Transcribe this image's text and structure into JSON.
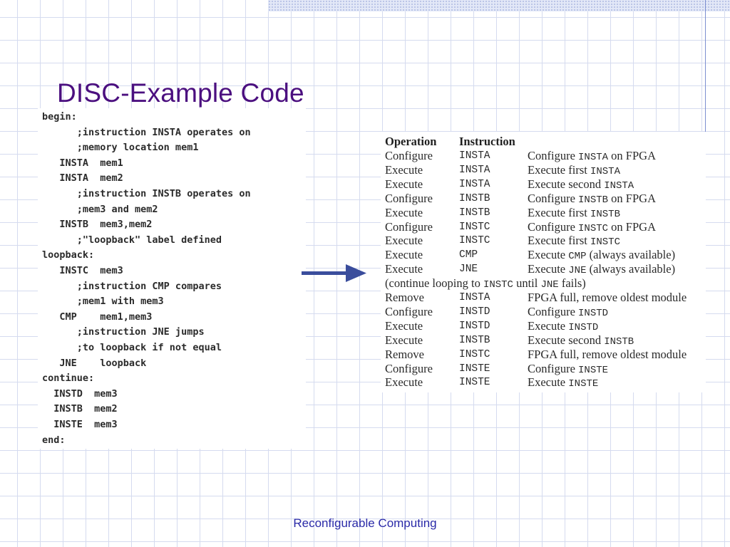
{
  "slide": {
    "title": "DISC-Example Code",
    "footer": "Reconfigurable Computing"
  },
  "code_listing": [
    "begin:",
    "      ;instruction INSTA operates on",
    "      ;memory location mem1",
    "   INSTA  mem1",
    "   INSTA  mem2",
    "      ;instruction INSTB operates on",
    "      ;mem3 and mem2",
    "   INSTB  mem3,mem2",
    "      ;\"loopback\" label defined",
    "loopback:",
    "   INSTC  mem3",
    "      ;instruction CMP compares",
    "      ;mem1 with mem3",
    "   CMP    mem1,mem3",
    "      ;instruction JNE jumps",
    "      ;to loopback if not equal",
    "   JNE    loopback",
    "continue:",
    "  INSTD  mem3",
    "  INSTB  mem2",
    "  INSTE  mem3",
    "end:"
  ],
  "arrow": {
    "icon": "right-arrow-icon",
    "color": "#3a4d9c"
  },
  "table": {
    "headers": [
      "Operation",
      "Instruction"
    ],
    "rows": [
      {
        "op": "Configure",
        "instr": "INSTA",
        "desc": [
          "Configure ",
          "INSTA",
          " on FPGA"
        ]
      },
      {
        "op": "Execute",
        "instr": "INSTA",
        "desc": [
          "Execute first ",
          "INSTA"
        ]
      },
      {
        "op": "Execute",
        "instr": "INSTA",
        "desc": [
          "Execute second ",
          "INSTA"
        ]
      },
      {
        "op": "Configure",
        "instr": "INSTB",
        "desc": [
          "Configure ",
          "INSTB",
          " on FPGA"
        ]
      },
      {
        "op": "Execute",
        "instr": "INSTB",
        "desc": [
          "Execute first ",
          "INSTB"
        ]
      },
      {
        "op": "Configure",
        "instr": "INSTC",
        "desc": [
          "Configure ",
          "INSTC",
          " on FPGA"
        ]
      },
      {
        "op": "Execute",
        "instr": "INSTC",
        "desc": [
          "Execute first ",
          "INSTC"
        ]
      },
      {
        "op": "Execute",
        "instr": "CMP",
        "desc": [
          "Execute ",
          "CMP",
          " (always available)"
        ]
      },
      {
        "op": "Execute",
        "instr": "JNE",
        "desc": [
          "Execute ",
          "JNE",
          " (always available)"
        ]
      },
      {
        "note": [
          "(continue looping to ",
          "INSTC",
          " until ",
          "JNE",
          " fails)"
        ]
      },
      {
        "op": "Remove",
        "instr": "INSTA",
        "desc": [
          "FPGA full, remove oldest module"
        ]
      },
      {
        "op": "Configure",
        "instr": "INSTD",
        "desc": [
          "Configure ",
          "INSTD"
        ]
      },
      {
        "op": "Execute",
        "instr": "INSTD",
        "desc": [
          "Execute ",
          "INSTD"
        ]
      },
      {
        "op": "Execute",
        "instr": "INSTB",
        "desc": [
          "Execute second ",
          "INSTB"
        ]
      },
      {
        "op": "Remove",
        "instr": "INSTC",
        "desc": [
          "FPGA full, remove oldest module"
        ]
      },
      {
        "op": "Configure",
        "instr": "INSTE",
        "desc": [
          "Configure ",
          "INSTE"
        ]
      },
      {
        "op": "Execute",
        "instr": "INSTE",
        "desc": [
          "Execute ",
          "INSTE"
        ]
      }
    ]
  }
}
